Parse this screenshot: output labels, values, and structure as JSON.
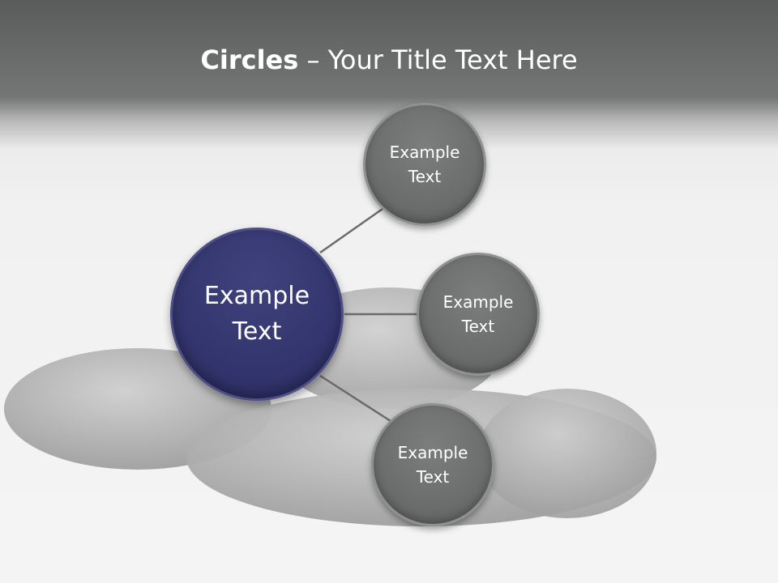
{
  "title": {
    "bold": "Circles",
    "rest": " – Your Title Text Here"
  },
  "center_node": {
    "label": "Example\nText",
    "color": "#34366f"
  },
  "satellites": [
    {
      "label": "Example\nText"
    },
    {
      "label": "Example\nText"
    },
    {
      "label": "Example\nText"
    }
  ],
  "colors": {
    "header": "#6d6f6e",
    "satellite": "#6e6f6f",
    "connector": "#6a6a6a"
  }
}
